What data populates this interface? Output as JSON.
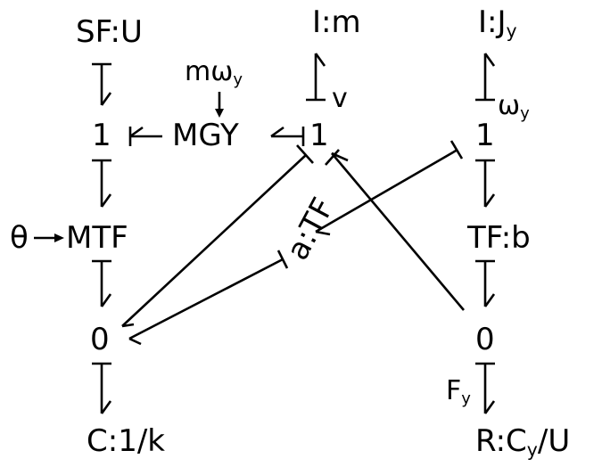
{
  "colors": {
    "ink": "#000000",
    "background": "#ffffff"
  },
  "nodes": {
    "sf": {
      "name": "SF",
      "param": "U"
    },
    "one_left": {
      "name": "1"
    },
    "mtf": {
      "name": "MTF"
    },
    "zero_left": {
      "name": "0"
    },
    "c": {
      "name": "C",
      "param": "1/k"
    },
    "mgy": {
      "name": "MGY"
    },
    "one_mid": {
      "name": "1"
    },
    "im": {
      "name": "I",
      "param": "m"
    },
    "tf_a": {
      "name": "TF",
      "param": "a"
    },
    "ij": {
      "name": "I",
      "param": "J",
      "param_sub": "y"
    },
    "one_right": {
      "name": "1"
    },
    "tf_b": {
      "name": "TF",
      "param": "b"
    },
    "zero_right": {
      "name": "0"
    },
    "r": {
      "name": "R",
      "param": "C",
      "param_sub": "y",
      "param_tail": "/U"
    }
  },
  "signals": {
    "theta": "θ",
    "m_omega": {
      "base": "mω",
      "sub": "y"
    }
  },
  "flow_labels": {
    "v": "v",
    "omega": {
      "base": "ω",
      "sub": "y"
    },
    "force": {
      "base": "F",
      "sub": "y"
    }
  }
}
